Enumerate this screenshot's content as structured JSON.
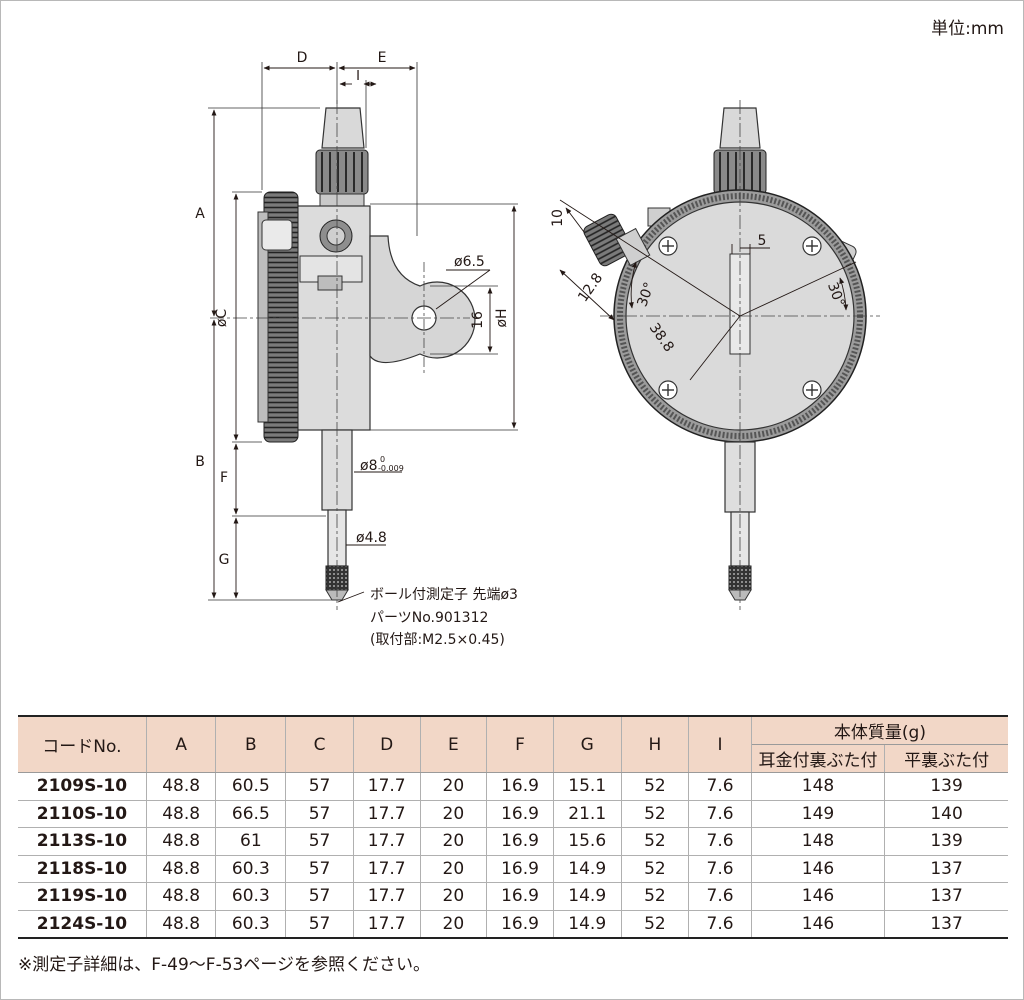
{
  "unit_label": "単位:mm",
  "drawing": {
    "dims": {
      "D": "D",
      "E": "E",
      "I": "I",
      "A": "A",
      "B": "B",
      "C": "øC",
      "F": "F",
      "G": "G",
      "H": "øH",
      "hole": "ø6.5",
      "lug": "16",
      "stem": "ø8",
      "stem_tol_upper": "0",
      "stem_tol_lower": "-0.009",
      "spindle": "ø4.8",
      "d10": "10",
      "d12_8": "12.8",
      "d38_8": "38.8",
      "d5": "5",
      "ang_left": "30°",
      "ang_right": "30°"
    },
    "callout": {
      "line1": "ボール付測定子 先端ø3",
      "line2": "パーツNo.901312",
      "line3": "(取付部:M2.5×0.45)"
    }
  },
  "table": {
    "headers": {
      "code": "コードNo.",
      "cols": [
        "A",
        "B",
        "C",
        "D",
        "E",
        "F",
        "G",
        "H",
        "I"
      ],
      "mass": "本体質量(g)",
      "mass_sub": [
        "耳金付裏ぶた付",
        "平裏ぶた付"
      ]
    },
    "rows": [
      [
        "2109S-10",
        "48.8",
        "60.5",
        "57",
        "17.7",
        "20",
        "16.9",
        "15.1",
        "52",
        "7.6",
        "148",
        "139"
      ],
      [
        "2110S-10",
        "48.8",
        "66.5",
        "57",
        "17.7",
        "20",
        "16.9",
        "21.1",
        "52",
        "7.6",
        "149",
        "140"
      ],
      [
        "2113S-10",
        "48.8",
        "61",
        "57",
        "17.7",
        "20",
        "16.9",
        "15.6",
        "52",
        "7.6",
        "148",
        "139"
      ],
      [
        "2118S-10",
        "48.8",
        "60.3",
        "57",
        "17.7",
        "20",
        "16.9",
        "14.9",
        "52",
        "7.6",
        "146",
        "137"
      ],
      [
        "2119S-10",
        "48.8",
        "60.3",
        "57",
        "17.7",
        "20",
        "16.9",
        "14.9",
        "52",
        "7.6",
        "146",
        "137"
      ],
      [
        "2124S-10",
        "48.8",
        "60.3",
        "57",
        "17.7",
        "20",
        "16.9",
        "14.9",
        "52",
        "7.6",
        "146",
        "137"
      ]
    ]
  },
  "note": "※測定子詳細は、F-49〜F-53ページを参照ください。"
}
